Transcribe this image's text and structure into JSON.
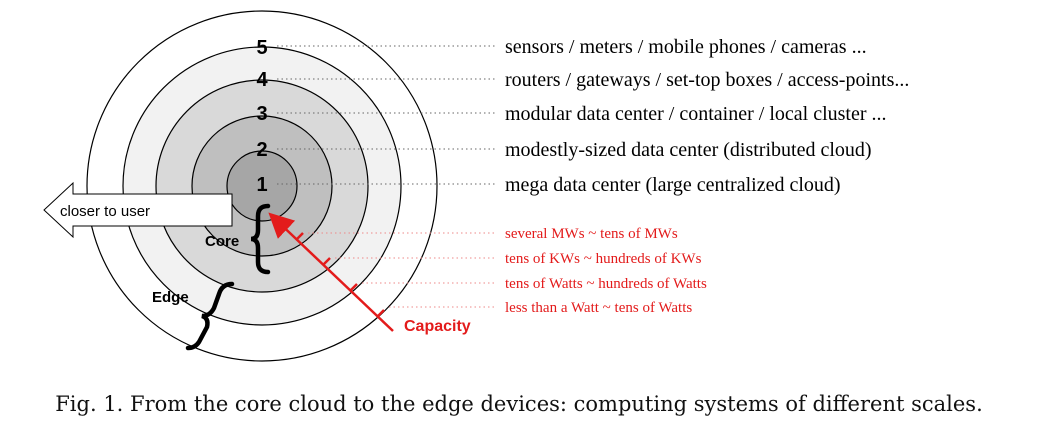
{
  "diagram": {
    "levels": [
      {
        "number": "5",
        "description": "sensors / meters / mobile phones / cameras ...",
        "fill": "#ffffff"
      },
      {
        "number": "4",
        "description": "routers / gateways / set-top boxes / access-points...",
        "fill": "#f2f2f2"
      },
      {
        "number": "3",
        "description": "modular data center / container / local cluster ...",
        "fill": "#d9d9d9"
      },
      {
        "number": "2",
        "description": "modestly-sized data center (distributed cloud)",
        "fill": "#bfbfbf"
      },
      {
        "number": "1",
        "description": "mega data center (large centralized cloud)",
        "fill": "#a6a6a6"
      }
    ],
    "arrow_label": "closer to user",
    "core_label": "Core",
    "edge_label": "Edge",
    "capacity_label": "Capacity",
    "capacity_ranges": [
      "several MWs ~ tens of MWs",
      "tens of KWs ~ hundreds of KWs",
      "tens of Watts ~ hundreds of Watts",
      "less than a Watt ~ tens of Watts"
    ],
    "colors": {
      "accent": "#e31b1b",
      "text": "#111111",
      "outline": "#000000"
    }
  },
  "caption": "Fig. 1. From the core cloud to the edge devices: computing systems of different scales."
}
